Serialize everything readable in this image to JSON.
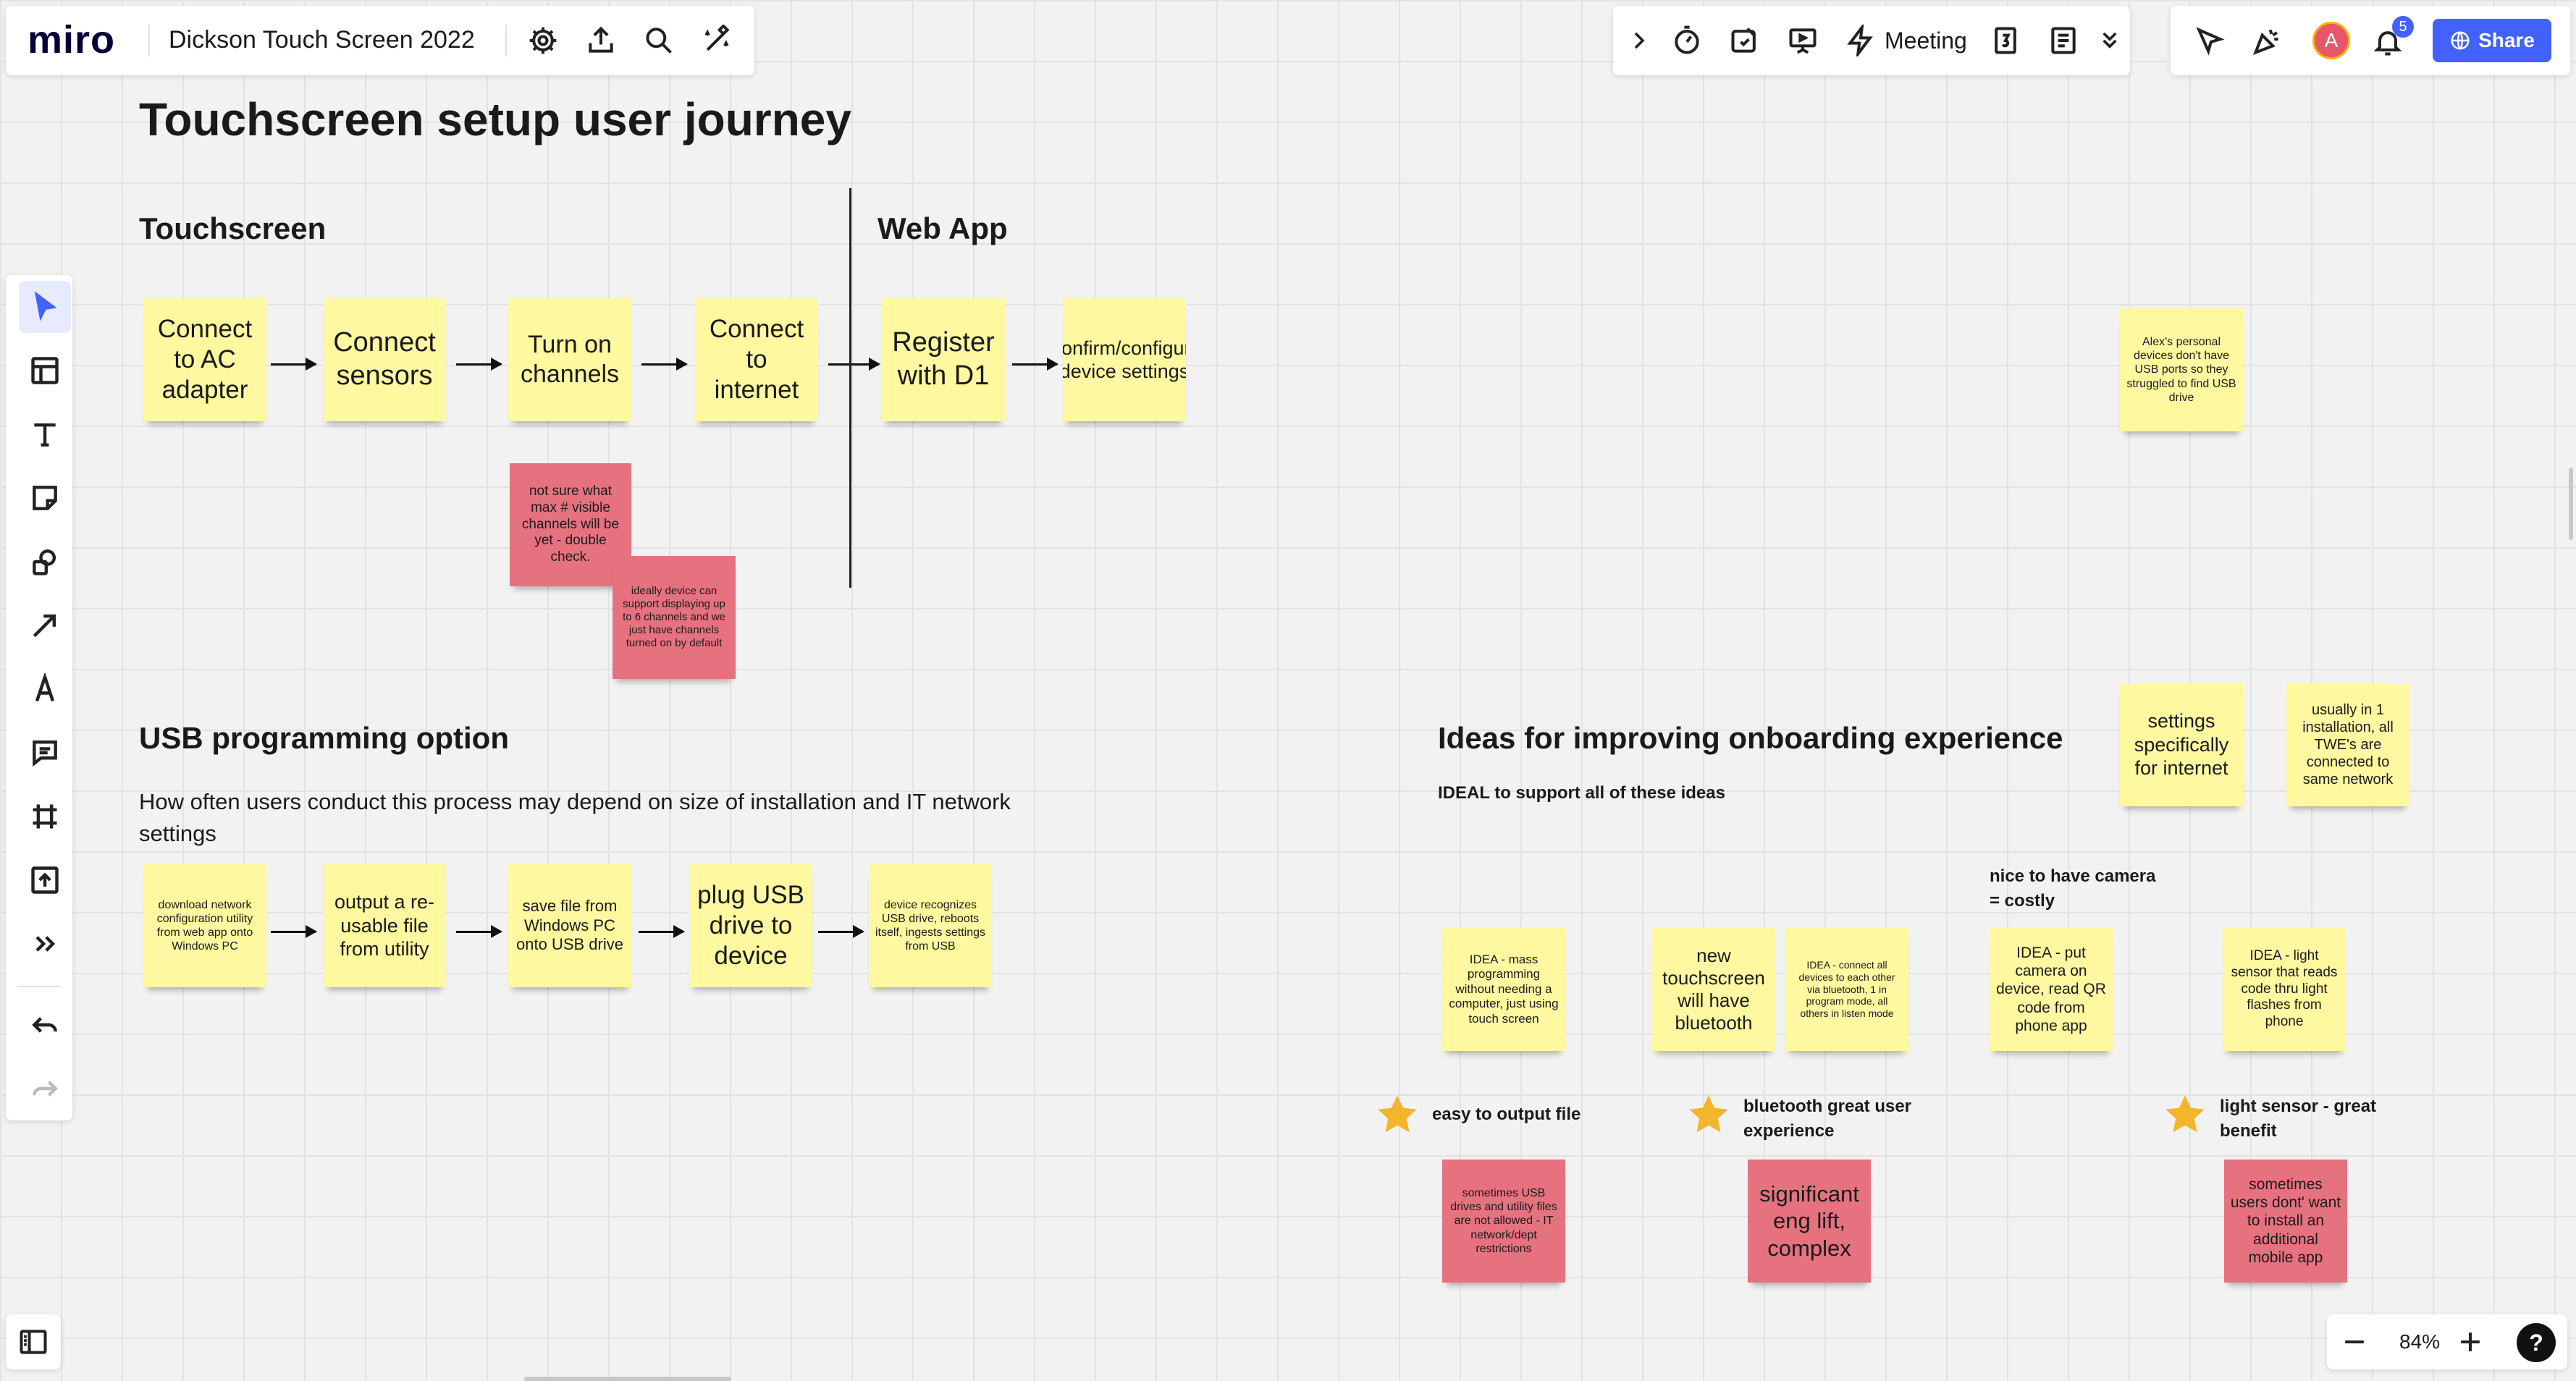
{
  "app": {
    "logo": "miro",
    "board_title": "Dickson Touch Screen 2022"
  },
  "toolbar": {
    "icons": [
      "settings-icon",
      "upload-icon",
      "search-icon",
      "magic-icon"
    ],
    "right_icons": [
      "chevron-right-icon",
      "timer-icon",
      "voting-icon",
      "present-icon",
      "lightning-icon"
    ],
    "meeting_label": "Meeting",
    "meeting_icons": [
      "counter-icon",
      "notes-icon",
      "chevron-down-double-icon"
    ],
    "collab_icons": [
      "cursor-flag-icon",
      "reactions-icon"
    ],
    "avatar_initial": "A",
    "notification_count": "5",
    "share_label": "Share",
    "accent": "#4262ff"
  },
  "sidebar": {
    "tools": [
      "select-icon",
      "templates-icon",
      "text-icon",
      "sticky-note-icon",
      "shapes-icon",
      "line-icon",
      "pen-icon",
      "comment-icon",
      "frame-icon",
      "upload-icon",
      "more-icon"
    ],
    "history": [
      "undo-icon",
      "redo-icon"
    ]
  },
  "board": {
    "title": "Touchscreen setup user journey",
    "touchscreen": {
      "heading": "Touchscreen",
      "steps": [
        "Connect to AC adapter",
        "Connect sensors",
        "Turn on channels",
        "Connect to internet"
      ],
      "notes": [
        "not sure what max # visible channels will be yet - double check.",
        "ideally device can support displaying up to 6 channels and we just have channels turned on by default"
      ]
    },
    "webapp": {
      "heading": "Web App",
      "steps": [
        "Register with D1",
        "Confirm/configure device settings"
      ]
    },
    "usb": {
      "heading": "USB programming option",
      "description": "How often users conduct this process may depend on size of installation and IT network settings",
      "steps": [
        "download network configuration utility from web app onto Windows PC",
        "output a re-usable file from utility",
        "save file from Windows PC onto USB drive",
        "plug USB drive to device",
        "device recognizes USB drive, reboots itself, ingests settings from USB"
      ]
    },
    "right_notes": {
      "alex": "Alex's personal devices don't have USB ports so they struggled to find USB drive",
      "settings_internet": "settings specifically for internet",
      "same_network": "usually in 1 installation, all TWE's are connected to same network"
    },
    "ideas": {
      "heading": "Ideas for improving onboarding experience",
      "subheading": "IDEAL to support all of these ideas",
      "nice_to_have": "nice to have camera = costly",
      "notes": [
        "IDEA - mass programming without needing a computer, just using touch screen",
        "new touchscreen will have bluetooth",
        "IDEA - connect all devices to each other via bluetooth, 1 in program mode, all others in listen mode",
        "IDEA - put camera on device, read QR code from phone app",
        "IDEA - light sensor that reads code thru light flashes from phone"
      ],
      "ratings": {
        "output": "easy to output file",
        "bluetooth": "bluetooth great user experience",
        "light": "light sensor - great benefit"
      },
      "concerns": [
        "sometimes USB drives and utility files are not allowed - IT network/dept restrictions",
        "significant eng lift, complex",
        "sometimes users dont' want to install an additional mobile app"
      ]
    }
  },
  "zoom": {
    "level": "84%",
    "help": "?"
  }
}
